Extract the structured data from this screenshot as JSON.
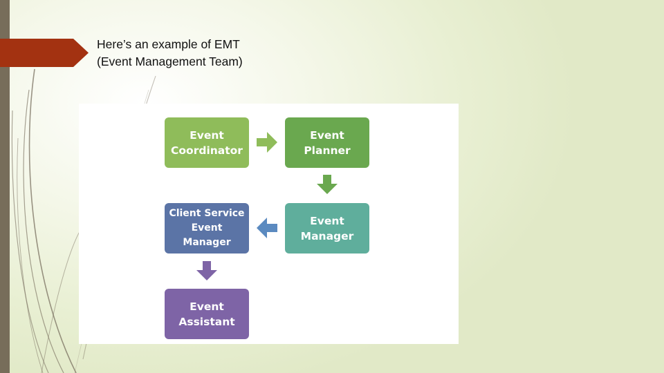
{
  "slide": {
    "title_lines": [
      "Here’s an example of EMT",
      "(Event Management Team)"
    ]
  },
  "colors": {
    "left_bar": "#776d5a",
    "accent_arrow": "#a33211",
    "swoosh_line": "#7a7060",
    "panel_bg": "#ffffff",
    "coordinator": "#8fbc5a",
    "planner": "#6aa84f",
    "event_manager": "#5fae9c",
    "client_service": "#5b74a6",
    "assistant": "#7e64a6",
    "arrow_green_light": "#8fbc5a",
    "arrow_green": "#6aa84f",
    "arrow_blue": "#5b8ac0",
    "arrow_purple": "#7e64a6"
  },
  "diagram": {
    "nodes": {
      "coordinator": {
        "lines": [
          "Event",
          "Coordinator"
        ]
      },
      "planner": {
        "lines": [
          "Event",
          "Planner"
        ]
      },
      "event_manager": {
        "lines": [
          "Event",
          "Manager"
        ]
      },
      "client_service": {
        "lines": [
          "Client Service",
          "Event",
          "Manager"
        ]
      },
      "assistant": {
        "lines": [
          "Event",
          "Assistant"
        ]
      }
    },
    "flow": [
      {
        "from": "coordinator",
        "to": "planner",
        "direction": "right"
      },
      {
        "from": "planner",
        "to": "event_manager",
        "direction": "down"
      },
      {
        "from": "event_manager",
        "to": "client_service",
        "direction": "left"
      },
      {
        "from": "client_service",
        "to": "assistant",
        "direction": "down"
      }
    ]
  }
}
